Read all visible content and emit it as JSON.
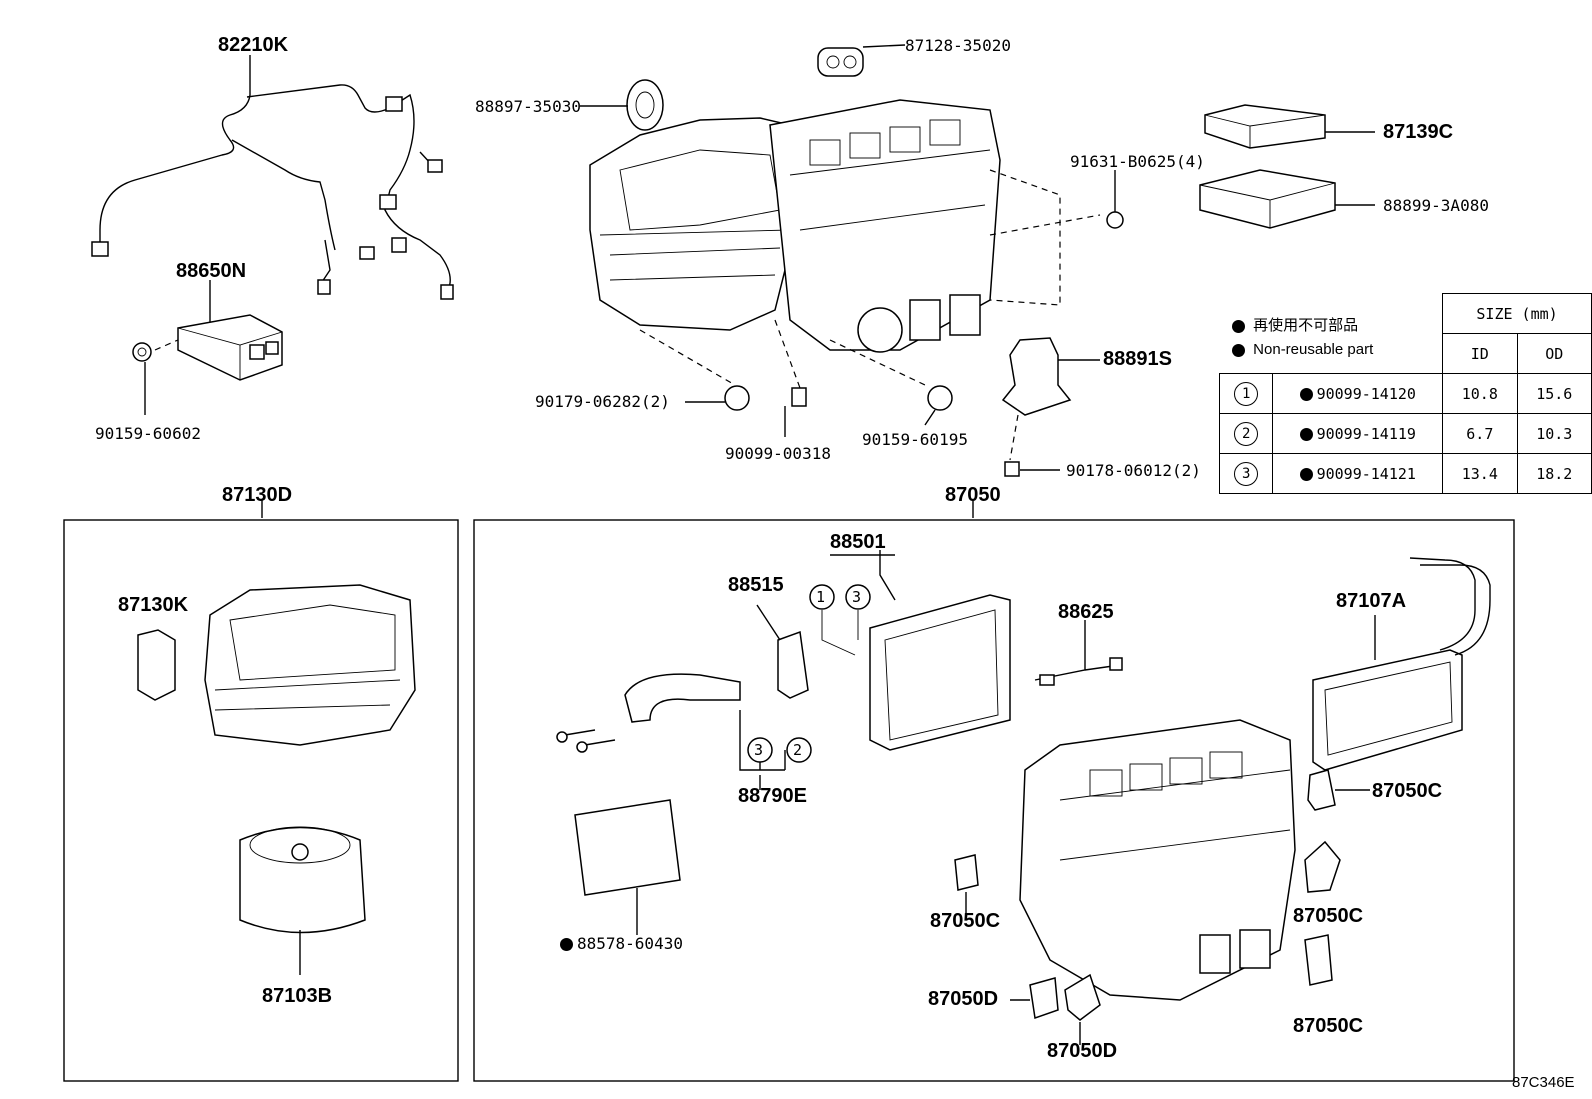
{
  "labels": {
    "wire_harness": "82210K",
    "bracket_amplifier": "88650N",
    "screw_a": "90159-60602",
    "seal_top": "87128-35020",
    "seal_left": "88897-35030",
    "filter_top": "87139C",
    "filter_bottom": "88899-3A080",
    "bolt_right": "91631-B0625(4)",
    "sensor_88891S": "88891S",
    "nut_left": "90179-06282(2)",
    "screw_b": "90099-00318",
    "screw_c": "90159-60195",
    "nut_right": "90178-06012(2)",
    "blower_assy": "87130D",
    "blower_case": "87130K",
    "blower_motor": "87103B",
    "unit_assy": "87050",
    "evaporator": "88501",
    "expansion_valve": "88515",
    "thermistor": "88625",
    "heater_core": "87107A",
    "pipe": "88790E",
    "packing": "88578-60430",
    "damper_servo_1": "87050C",
    "damper_servo_2": "87050C",
    "damper_servo_3": "87050C",
    "damper_servo_4": "87050C",
    "servo_d_1": "87050D",
    "servo_d_2": "87050D",
    "ref_code": "87C346E"
  },
  "legend": {
    "jp": "再使用不可部品",
    "en": "Non-reusable part"
  },
  "size_table": {
    "header": "SIZE (mm)",
    "col_id": "ID",
    "col_od": "OD",
    "rows": [
      {
        "ref": "1",
        "part": "90099-14120",
        "id": "10.8",
        "od": "15.6"
      },
      {
        "ref": "2",
        "part": "90099-14119",
        "id": "6.7",
        "od": "10.3"
      },
      {
        "ref": "3",
        "part": "90099-14121",
        "id": "13.4",
        "od": "18.2"
      }
    ]
  },
  "callouts": {
    "c1": "1",
    "c2": "3",
    "c3": "3",
    "c4": "2"
  }
}
